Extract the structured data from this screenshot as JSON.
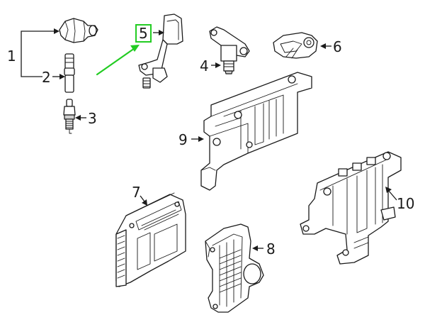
{
  "callouts": {
    "c1": "1",
    "c2": "2",
    "c3": "3",
    "c4": "4",
    "c5": "5",
    "c6": "6",
    "c7": "7",
    "c8": "8",
    "c9": "9",
    "c10": "10"
  },
  "highlight": {
    "target_callout": "5",
    "color": "#22cc22"
  },
  "colors": {
    "line": "#1a1a1a",
    "background": "#ffffff"
  }
}
